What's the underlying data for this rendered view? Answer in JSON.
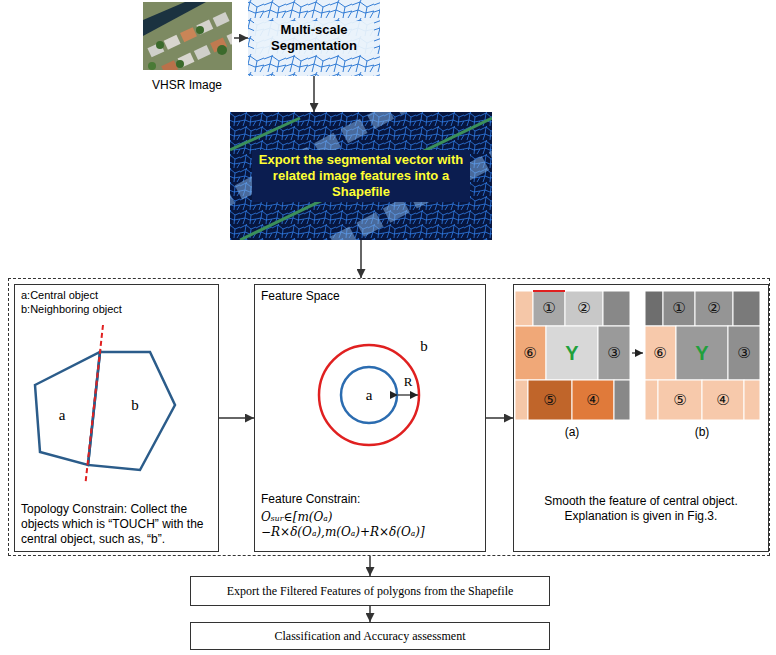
{
  "diagram": {
    "nodes": [
      {
        "text": [
          "VHSR Image"
        ]
      },
      {
        "text": [
          "Multi-scale Segmentation"
        ]
      },
      {
        "text": [
          "Export the segmental vector with related image features into a Shapefile"
        ]
      },
      {
        "text": []
      },
      {
        "text": [
          "a:Central object",
          "b:Neighboring object",
          "Topology Constrain: Collect the objects which is “TOUCH” with the central object, such as, “b”."
        ],
        "in": 3
      },
      {
        "text": [
          "Feature Space",
          "Feature Constrain:",
          "Oₛᵤᵣ∈[m(Oₐ)−R×δ(Oₐ),m(Oₐ)+R×δ(Oₐ)]"
        ],
        "in": 3
      },
      {
        "text": [
          "Smooth the feature of central object. Explanation is given in Fig.3."
        ],
        "in": 3
      },
      {
        "text": [
          "Export the Filtered Features of polygons from the Shapefile"
        ]
      },
      {
        "text": [
          "Classification and Accuracy assessment"
        ]
      }
    ],
    "edges": [
      {
        "from": 0,
        "to": 1,
        "arrow": "to"
      },
      {
        "from": 1,
        "to": 2,
        "arrow": "to"
      },
      {
        "from": 2,
        "to": 3,
        "arrow": "to"
      },
      {
        "from": 4,
        "to": 5,
        "arrow": "to"
      },
      {
        "from": 5,
        "to": 6,
        "arrow": "to"
      },
      {
        "from": 3,
        "to": 7,
        "arrow": "to"
      },
      {
        "from": 7,
        "to": 8,
        "arrow": "to"
      }
    ],
    "labels": [
      "a",
      "b",
      "a",
      "b",
      "R",
      "①",
      "②",
      "⑥",
      "Y",
      "③",
      "⑤",
      "④",
      "(a)",
      "①",
      "②",
      "⑥",
      "Y",
      "③",
      "⑤",
      "④",
      "(b)"
    ]
  }
}
